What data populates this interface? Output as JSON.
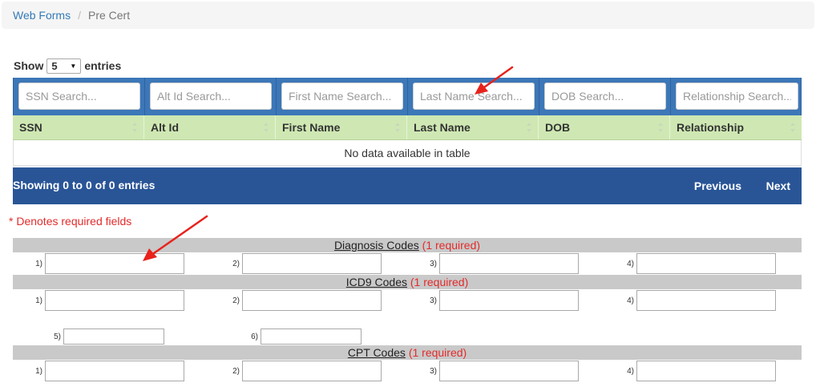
{
  "breadcrumb": {
    "link": "Web Forms",
    "separator": "/",
    "current": "Pre Cert"
  },
  "length": {
    "show_label": "Show",
    "value": "5",
    "entries_label": "entries"
  },
  "table": {
    "search_placeholders": {
      "ssn": "SSN Search...",
      "alt_id": "Alt Id Search...",
      "first_name": "First Name Search...",
      "last_name": "Last Name Search...",
      "dob": "DOB Search...",
      "relationship": "Relationship Search..."
    },
    "columns": [
      "SSN",
      "Alt Id",
      "First Name",
      "Last Name",
      "DOB",
      "Relationship"
    ],
    "empty_message": "No data available in table"
  },
  "footer": {
    "info": "Showing 0 to 0 of 0 entries",
    "previous": "Previous",
    "next": "Next"
  },
  "required_note": "* Denotes required fields",
  "sections": {
    "diagnosis": {
      "title": "Diagnosis Codes",
      "required": "(1 required)",
      "numbers": [
        "1)",
        "2)",
        "3)",
        "4)"
      ]
    },
    "icd9": {
      "title": "ICD9 Codes",
      "required": "(1 required)",
      "numbers": [
        "1)",
        "2)",
        "3)",
        "4)",
        "5)",
        "6)"
      ]
    },
    "cpt": {
      "title": "CPT Codes",
      "required": "(1 required)",
      "numbers": [
        "1)",
        "2)",
        "3)",
        "4)"
      ]
    }
  },
  "colors": {
    "search_bar": "#3c77b8",
    "header_row": "#cfe8b3",
    "footer_bar": "#295597",
    "required": "#e32b2b",
    "annotation_arrow": "#e8221b"
  }
}
